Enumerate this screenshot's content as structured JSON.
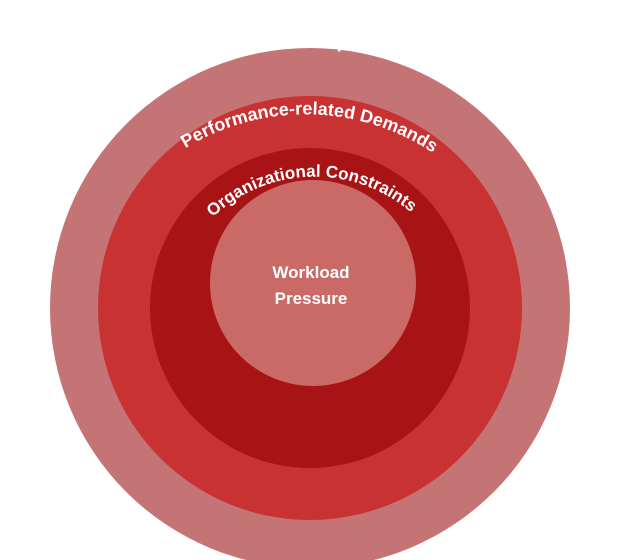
{
  "diagram": {
    "rings": [
      {
        "label": "Sociocultural Expectations",
        "color": "#c47474"
      },
      {
        "label": "Performance-related Demands",
        "color": "#c83232"
      },
      {
        "label": "Organizational Constraints",
        "color": "#a81416"
      }
    ],
    "center": {
      "line1": "Workload",
      "line2": "Pressure",
      "color": "#c96a66"
    }
  }
}
